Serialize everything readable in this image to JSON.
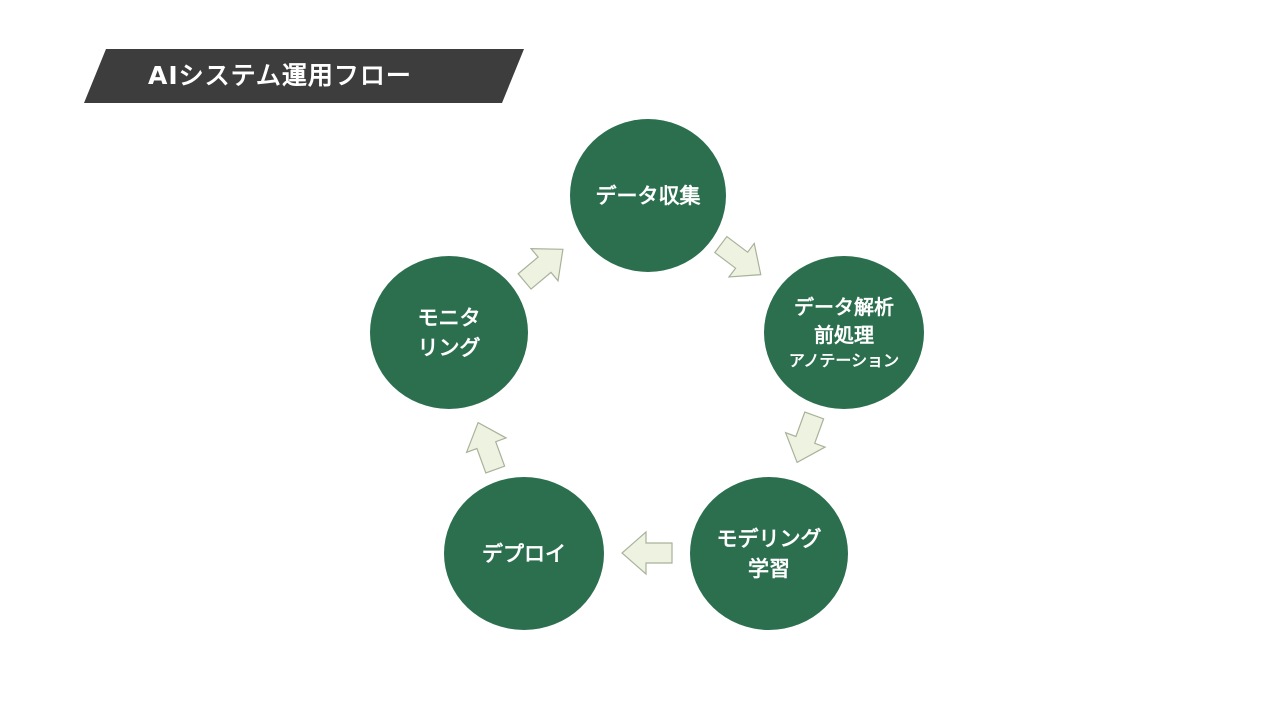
{
  "title": "AIシステム運用フロー",
  "nodes": {
    "collect": {
      "line1": "データ収集"
    },
    "analysis": {
      "line1": "データ解析",
      "line2": "前処理",
      "line3": "アノテーション"
    },
    "modeling": {
      "line1": "モデリング",
      "line2": "学習"
    },
    "deploy": {
      "line1": "デプロイ"
    },
    "monitor": {
      "line1": "モニタ",
      "line2": "リング"
    }
  },
  "colors": {
    "node_fill": "#2b6f4f",
    "arrow_fill": "#eef2e0",
    "banner": "#3d3d3d"
  },
  "icons": [
    "arrow-icon"
  ]
}
